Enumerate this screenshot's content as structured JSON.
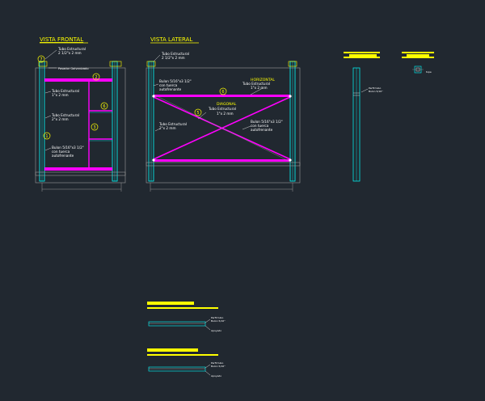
{
  "drawing": {
    "background": "#212830",
    "colors": {
      "yellow": "#ffff00",
      "magenta": "#ff00ff",
      "cyan": "#00ffff",
      "white": "#ffffff",
      "gray": "#9a9a9a"
    },
    "front_view": {
      "title": "VISTA FRONTAL",
      "labels": {
        "tubo_top": "Tubo Estructural",
        "tubo_top_dim": "2 1/2\"x 2 mm",
        "pasador": "Pasador Galvanizado",
        "tubo_right": "Tubo Estructural",
        "tubo_right_dim": "1\"x 2 mm",
        "tubo_left": "Tubo Estructural",
        "tubo_left_dim": "2\"x 2 mm",
        "bulon_1": "Bulon 5/16\"x3 1/2\"",
        "bulon_2": "con tuerca",
        "bulon_3": "autofrenante"
      },
      "callouts": [
        "7",
        "2",
        "6",
        "3",
        "1"
      ]
    },
    "side_view": {
      "title": "VISTA LATERAL",
      "labels": {
        "tubo_top": "Tubo Estructural",
        "tubo_top_dim": "2 1/2\"x 2 mm",
        "bulon_a1": "Bulon 5/16\"x3 1/2\"",
        "bulon_a2": "con tuerca",
        "bulon_a3": "autofrenante",
        "horizontal": "HORIZONTAL",
        "horizontal_tube": "Tubo Estructural",
        "horizontal_dim": "1\"x 2 mm",
        "diagonal": "DIAGONAL",
        "diagonal_tube": "Tubo Estructural",
        "diagonal_dim": "1\"x 2 mm",
        "tubo_left": "Tubo Estructural",
        "tubo_left_dim": "2\"x 2 mm",
        "bulon_b1": "Bulon 5/16\"x3 1/2\"",
        "bulon_b2": "con tuerca",
        "bulon_b3": "autofrenante"
      },
      "callouts": [
        "6",
        "5"
      ]
    },
    "detail_right": {
      "label_1": "Perfil tubo",
      "label_2": "Bulon 5/16\"",
      "label_small": "tope"
    },
    "detail_bottom": {
      "label_1": "Perfil tubo",
      "label_2": "Bulon 5/16\"",
      "label_3": "Apoyado",
      "label_4": "Perfil tubo",
      "label_5": "Bulon 5/16\"",
      "label_6": "Apoyado"
    }
  }
}
